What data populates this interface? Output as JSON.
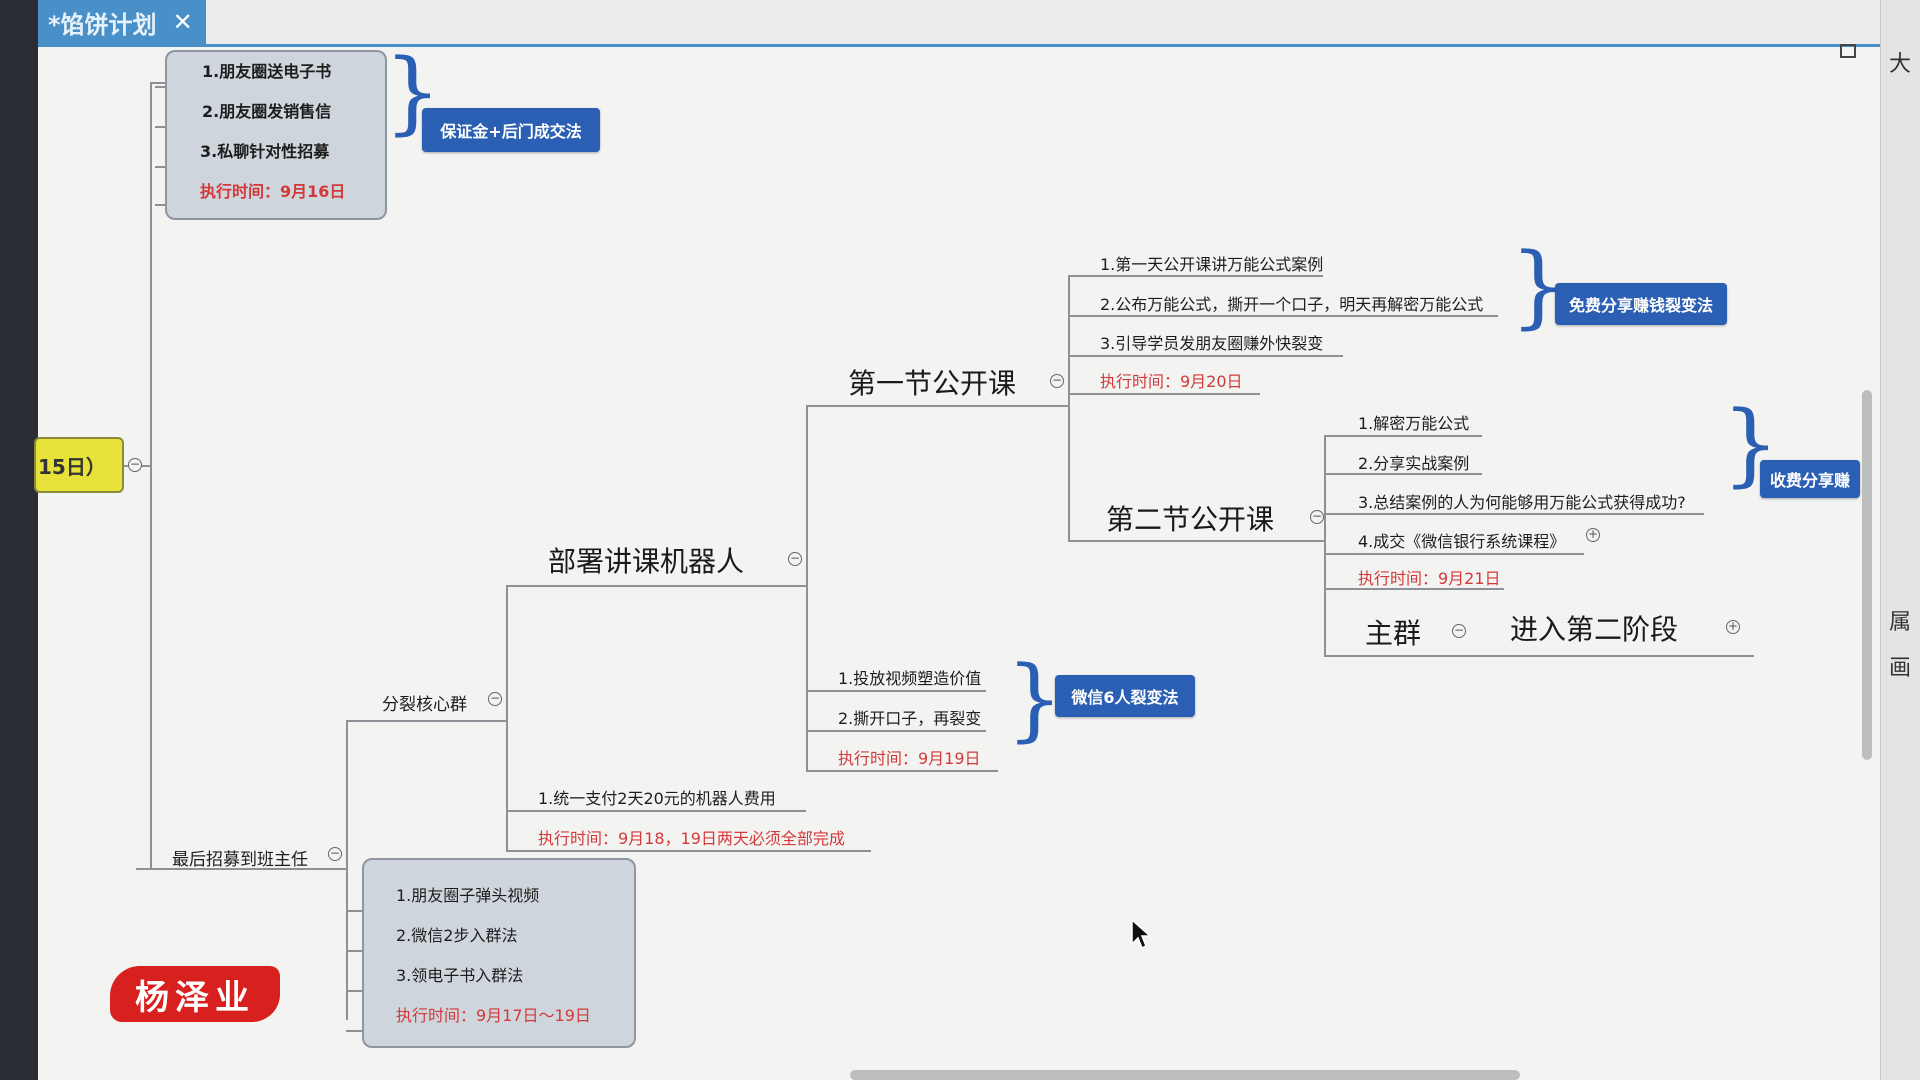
{
  "window": {
    "tab_title": "*馅饼计划",
    "tab_close": "✕"
  },
  "right_panel": {
    "items": [
      "大",
      "属",
      "画"
    ]
  },
  "root_partial": "15日）",
  "top_group": {
    "items": [
      "1.朋友圈送电子书",
      "2.朋友圈发销售信",
      "3.私聊针对性招募"
    ],
    "time": "执行时间：9月16日",
    "tag": "保证金+后门成交法"
  },
  "nodes": {
    "robot": "部署讲课机器人",
    "lesson1": "第一节公开课",
    "lesson2": "第二节公开课",
    "main_group": "主群",
    "stage2": "进入第二阶段",
    "core_group": "分裂核心群",
    "last": "最后招募到班主任"
  },
  "lesson1": {
    "items": [
      "1.第一天公开课讲万能公式案例",
      "2.公布万能公式，撕开一个口子，明天再解密万能公式",
      "3.引导学员发朋友圈赚外快裂变"
    ],
    "time": "执行时间：9月20日",
    "tag": "免费分享赚钱裂变法"
  },
  "lesson2": {
    "items": [
      "1.解密万能公式",
      "2.分享实战案例",
      "3.总结案例的人为何能够用万能公式获得成功?",
      "4.成交《微信银行系统课程》"
    ],
    "time": "执行时间：9月21日",
    "tag": "收费分享赚"
  },
  "robot_group": {
    "items": [
      "1.投放视频塑造价值",
      "2.撕开口子，再裂变"
    ],
    "time": "执行时间：9月19日",
    "tag": "微信6人裂变法"
  },
  "core": {
    "item": "1.统一支付2天20元的机器人费用",
    "time": "执行时间：9月18，19日两天必须全部完成"
  },
  "bottom_group": {
    "items": [
      "1.朋友圈子弹头视频",
      "2.微信2步入群法",
      "3.领电子书入群法"
    ],
    "time": "执行时间：9月17日～19日"
  },
  "watermark": "杨泽业"
}
